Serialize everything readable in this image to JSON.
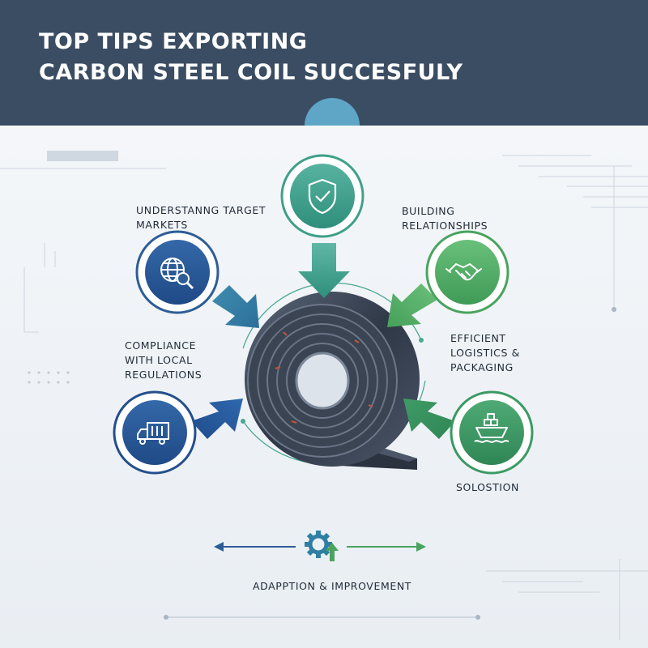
{
  "header": {
    "title_line1": "TOP TIPS EXPORTING",
    "title_line2": "CARBON STEEL COIL SUCCESFULY"
  },
  "tips": {
    "markets": {
      "line1": "UNDERSTANNG TARGET",
      "line2": "MARKETS",
      "icon": "globe-magnifier-icon",
      "color": "#2d5d97"
    },
    "relationships": {
      "line1": "BUILDING",
      "line2": "RELATIONSHIPS",
      "icon": "handshake-icon",
      "color": "#4aa35f"
    },
    "compliance": {
      "line1": "COMPLIANCE",
      "line2": "WITH LOCAL",
      "line3": "REGULATIONS",
      "icon": "delivery-truck-icon",
      "color": "#234f8c"
    },
    "logistics": {
      "line1": "EFFICIENT",
      "line2": "LOGISTICS &",
      "line3": "PACKAGING",
      "icon": "cargo-ship-icon",
      "color": "#3c9a64"
    },
    "solution": {
      "line1": "SOLOSTION"
    },
    "top": {
      "icon": "shield-check-icon",
      "color": "#3fa088"
    }
  },
  "footer": {
    "label": "ADAPPTION & IMPROVEMENT",
    "icon": "gear-arrow-icon"
  },
  "colors": {
    "header_bg": "#3b4d63",
    "teal": "#3fa088",
    "green": "#4aa35f",
    "navy": "#234f8c",
    "coil": "#3a4556"
  }
}
